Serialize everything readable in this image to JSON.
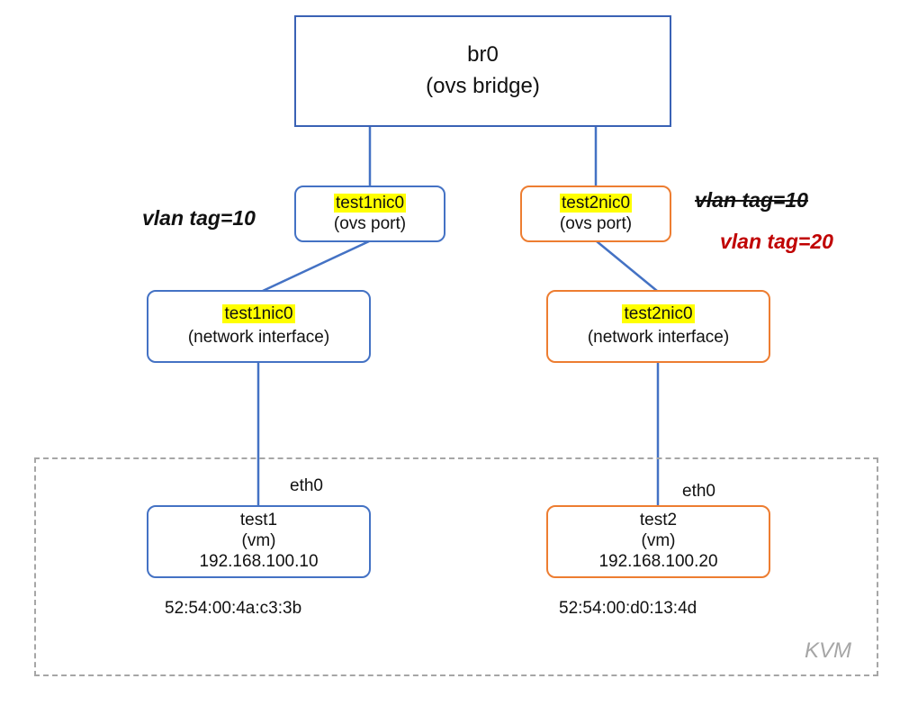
{
  "bridge": {
    "name": "br0",
    "type": "(ovs bridge)"
  },
  "port1": {
    "name": "test1nic0",
    "type": "(ovs port)",
    "vlan": "vlan tag=10"
  },
  "port2": {
    "name": "test2nic0",
    "type": "(ovs port)",
    "vlan_old": "vlan tag=10",
    "vlan_new": "vlan tag=20"
  },
  "iface1": {
    "name": "test1nic0",
    "type": "(network interface)"
  },
  "iface2": {
    "name": "test2nic0",
    "type": "(network interface)"
  },
  "vm1": {
    "iface": "eth0",
    "name": "test1",
    "type": "(vm)",
    "ip": "192.168.100.10",
    "mac": "52:54:00:4a:c3:3b"
  },
  "vm2": {
    "iface": "eth0",
    "name": "test2",
    "type": "(vm)",
    "ip": "192.168.100.20",
    "mac": "52:54:00:d0:13:4d"
  },
  "kvm": {
    "label": "KVM"
  },
  "colors": {
    "blue": "#4472c4",
    "orange": "#ed7d31",
    "highlight": "#ffff00",
    "vlan_new": "#c00000",
    "kvm_border": "#a6a6a6"
  }
}
